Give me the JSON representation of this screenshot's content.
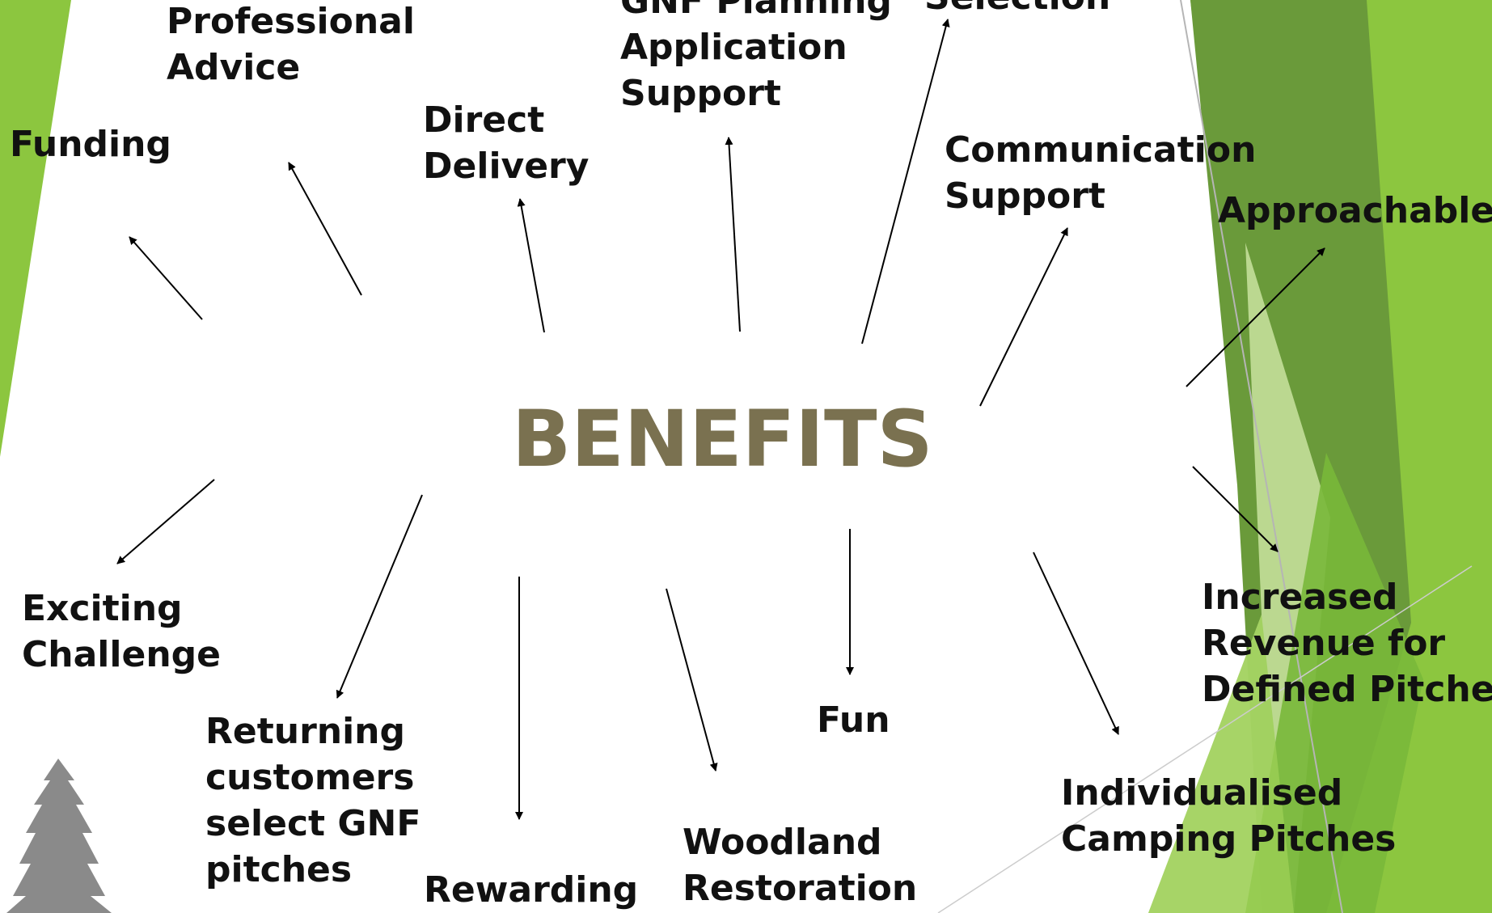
{
  "slide": {
    "title": "BENEFITS",
    "title_color": "#7a7150",
    "accent_colors": {
      "green_light": "#8cc63f",
      "green_dark": "#6a9a3a",
      "green_pale": "#c9e3a0",
      "tree_gray": "#8a8a8a"
    }
  },
  "labels": {
    "professional_advice": "Professional\nAdvice",
    "gnf_planning": "GNF Planning\nApplication\nSupport",
    "selection": "Selection",
    "funding": "Funding",
    "direct_delivery": "Direct\nDelivery",
    "communication_support": "Communication\nSupport",
    "approachable": "Approachable",
    "exciting_challenge": "Exciting\nChallenge",
    "increased_revenue": "Increased\nRevenue for\nDefined Pitches",
    "returning_customers": "Returning\ncustomers\nselect GNF\npitches",
    "fun": "Fun",
    "individualised_camping": "Individualised\nCamping Pitches",
    "woodland_restoration": "Woodland\nRestoration",
    "rewarding": "Rewarding"
  }
}
